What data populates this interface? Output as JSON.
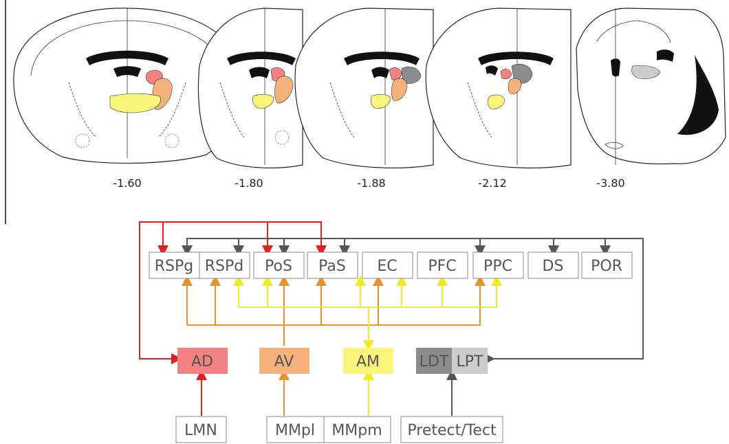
{
  "colors": {
    "AD": "#f58282",
    "AV": "#f5b27a",
    "AM": "#fbf67a",
    "LDT": "#8c8c8c",
    "LPT": "#cccccc",
    "red_line": "#e02020",
    "orange_line": "#e8922e",
    "yellow_line": "#f0ec20",
    "gray_line": "#555555",
    "box_border": "#888888",
    "box_text": "#555555"
  },
  "sections": [
    {
      "label": "-1.60"
    },
    {
      "label": "-1.80"
    },
    {
      "label": "-1.88"
    },
    {
      "label": "-2.12"
    },
    {
      "label": "-3.80"
    }
  ],
  "cortical_targets": [
    "RSPg",
    "RSPd",
    "PoS",
    "PaS",
    "EC",
    "PFC",
    "PPC",
    "DS",
    "POR"
  ],
  "thalamic_nuclei": [
    "AD",
    "AV",
    "AM",
    "LDT",
    "LPT"
  ],
  "inputs": [
    "LMN",
    "MMpl",
    "MMpm",
    "Pretect/Tect"
  ]
}
